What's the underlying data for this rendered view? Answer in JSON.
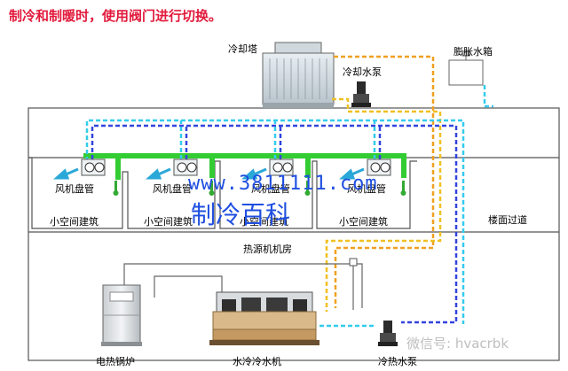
{
  "title": "制冷和制暖时，使用阀门进行切换。",
  "labels": {
    "cooling_tower": "冷却塔",
    "cooling_pump": "冷却水泵",
    "expansion_tank": "膨胀水箱",
    "fan_coil": "风机盘管",
    "small_space_building": "小空间建筑",
    "floor_corridor": "楼面过道",
    "heat_source_room": "热源机机房",
    "electric_boiler": "电热锅炉",
    "water_chiller": "水冷冷水机",
    "chilled_hot_pump": "冷热水泵"
  },
  "watermarks": {
    "url": "www.3811111.com",
    "site": "制冷百科",
    "wechat": "微信号: hvacrbk"
  },
  "colors": {
    "title": "#e21a3c",
    "supply_green": "#33cc33",
    "chilled_blue": "#3344dd",
    "cooling_yellow": "#f0c020",
    "cooling_dash_orange": "#f0a020",
    "return_cyan": "#33ccee",
    "watermark_blue": "#1f4fe0",
    "outline": "#555555"
  },
  "icons": [
    "air-outlet-arrow-icon",
    "thermometer-icon",
    "pump-icon",
    "valve-icon"
  ]
}
